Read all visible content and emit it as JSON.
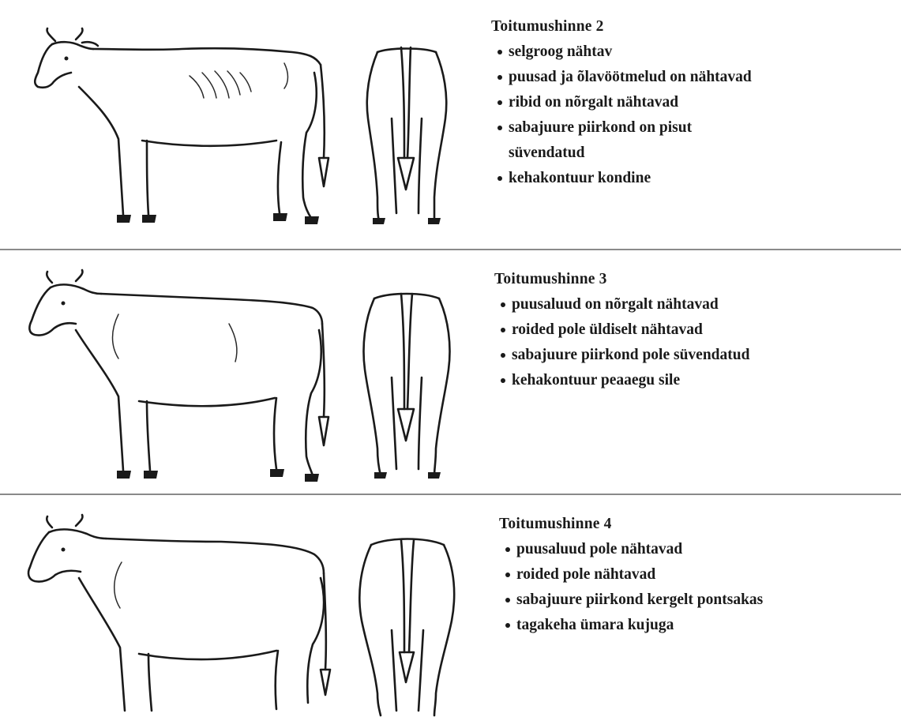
{
  "sections": [
    {
      "heading": "Toitumushinne 2",
      "bullets": [
        "selgroog nähtav",
        "puusad ja õlavöötmelud on nähtavad",
        "ribid on nõrgalt nähtavad",
        "sabajuure piirkond on pisut süvendatud",
        "kehakontuur kondine"
      ]
    },
    {
      "heading": "Toitumushinne 3",
      "bullets": [
        "puusaluud on nõrgalt nähtavad",
        "roided pole üldiselt nähtavad",
        "sabajuure piirkond pole süvendatud",
        "kehakontuur peaaegu sile"
      ]
    },
    {
      "heading": "Toitumushinne 4",
      "bullets": [
        "puusaluud pole nähtavad",
        "roided pole nähtavad",
        "sabajuure piirkond kergelt pontsakas",
        "tagakeha ümara kujuga"
      ]
    }
  ]
}
